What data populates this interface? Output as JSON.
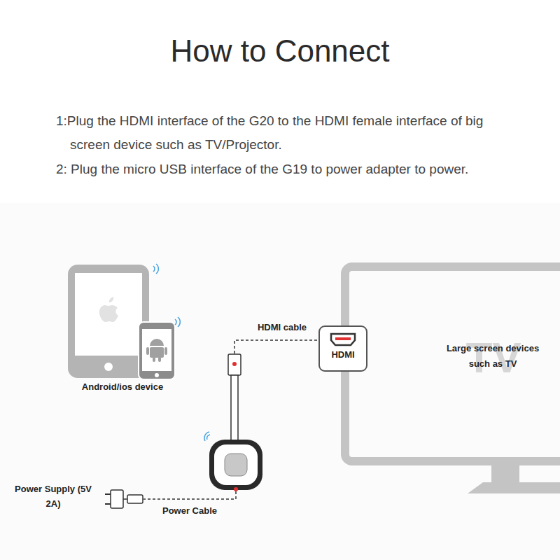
{
  "diagram": {
    "title": "How to Connect",
    "nodes": [
      {
        "text": [
          "Large screen devices such as TV"
        ]
      },
      {
        "text": [
          "HDMI"
        ],
        "in": 0
      }
    ],
    "labels": [
      "1:Plug the HDMI interface of the G20 to the HDMI female interface of big screen device such as TV/Projector.",
      "2: Plug the micro USB interface of the G19 to power adapter to power.",
      "Android/ios device",
      "HDMI cable",
      "Power Supply (5V 2A)",
      "Power Cable",
      "TV"
    ]
  }
}
